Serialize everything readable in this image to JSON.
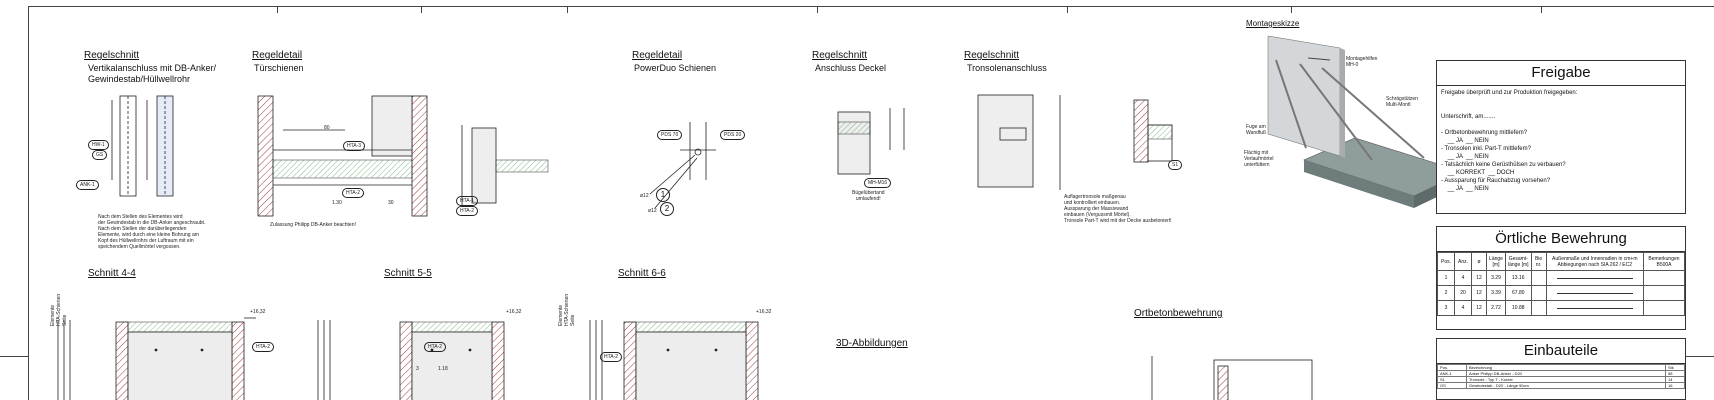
{
  "sections": {
    "regelschnitt1": {
      "title": "Regelschnitt",
      "subtitle": "Vertikalanschluss mit DB-Anker/\nGewindestab/Hüllwellrohr"
    },
    "regeldetail1": {
      "title": "Regeldetail",
      "subtitle": "Türschienen"
    },
    "regeldetail2": {
      "title": "Regeldetail",
      "subtitle": "PowerDuo Schienen"
    },
    "regelschnitt2": {
      "title": "Regelschnitt",
      "subtitle": "Anschluss Deckel"
    },
    "regelschnitt3": {
      "title": "Regelschnitt",
      "subtitle": "Tronsolenanschluss"
    },
    "montageskizze": {
      "title": "Montageskizze"
    },
    "schnitt44": {
      "title": "Schnitt 4-4"
    },
    "schnitt55": {
      "title": "Schnitt 5-5"
    },
    "schnitt66": {
      "title": "Schnitt 6-6"
    },
    "abbildungen": {
      "title": "3D-Abbildungen"
    },
    "ortbeton": {
      "title": "Ortbetonbewehrung"
    }
  },
  "labels": {
    "hw1": "HW-1",
    "gs": "GS",
    "ank1": "ANK-1",
    "hta3": "HTA-3",
    "hta2": "HTA-2",
    "hta1": "HTA-1",
    "pds70": "PDS 70",
    "pds20": "PDS 20",
    "circ1": "1",
    "circ2": "2",
    "d12": "ø12",
    "mhm16": "MH-M16",
    "s1": "S1",
    "level": "+16,32",
    "note1": "Nach dem Stellen des Elementes wird\nder Gewindestab in die DB-Anker angeschraubt.\nNach dem Stellen der darüberliegenden\nElemente, wird durch eine kleine Bohrung am\nKopf des Hüllwellrohrs der Luftraum mit ein\nspeichendem Quellmörtel vergossen.",
    "note2": "Zulassung Philipp DB-Anker beachten!",
    "note3": "Bügelübertand\numlaufend!",
    "note4": "Auflagertronsole maßgenau\nund kontrolliert einbauen.\nAussparung der Massivwand\neinbauen (Vergussmit Mörtel).\nTronsole Part-T wird mit der Decke ausbetoniert!",
    "note5": "Fuge am\nWandfuß",
    "note6": "Flächig mit\nVerlaufmörtel\nunterfüttern",
    "note7": "Montagehilfen\nMH-0",
    "note8": "Schrägstützen\nMulti-Montl",
    "vert1": "Elemente\nHTA-Schienen\nSeite",
    "dim130": "1.30",
    "dim80": "80",
    "dim30": "30",
    "dim118": "1.18",
    "dim3": "3"
  },
  "freigabe": {
    "title": "Freigabe",
    "text": "Freigabe überprüft und zur Produktion freigegeben:\n\n\nUnterschrift, am.......\n\n- Ortbetonbewehrung mittlefem?\n    __ JA  __ NEIN\n- Tronsolen inkl. Part-T mittlefem?\n    __ JA  __ NEIN\n- Tatsächlich keine Gerüsthülsen zu verbauen?\n    __ KORREKT  __ DOCH\n- Aussparung für Rauchabzug vorsehen?\n    __ JA  __ NEIN"
  },
  "bewehrung": {
    "title": "Örtliche Bewehrung",
    "headers": [
      "Pos.",
      "Anz.",
      "ø",
      "Länge\n[m]",
      "Gesamt-\nlänge [m]",
      "Bie\nnr.",
      "Außenmaße und Innenradien in cm+m\nAbbiegungen nach SIA 262 / EC2",
      "Bemerkungen\nB500A"
    ],
    "rows": [
      [
        "1",
        "4",
        "12",
        "3.29",
        "13.16",
        "",
        "",
        ""
      ],
      [
        "2",
        "20",
        "12",
        "3.39",
        "67.80",
        "",
        "",
        ""
      ],
      [
        "3",
        "4",
        "12",
        "2.72",
        "10.88",
        "",
        "",
        ""
      ]
    ]
  },
  "einbauteile": {
    "title": "Einbauteile",
    "headers": [
      "Pos.",
      "Bezeichnung",
      "Stk"
    ],
    "rows": [
      [
        "ANK-1",
        "Anker Philipp DB-Anker - D20",
        "58"
      ],
      [
        "S1",
        "Tronsole - Typ T - Kutzer",
        "14"
      ],
      [
        "GS",
        "Gewindestab - D20 - Länge 90cm",
        "16"
      ]
    ]
  }
}
